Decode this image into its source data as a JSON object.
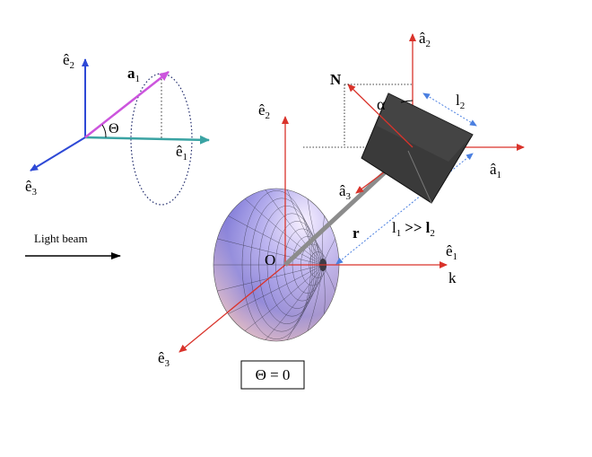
{
  "colors": {
    "red_axis": "#d9332b",
    "blue_axis": "#2e49d6",
    "teal_axis": "#3aa3a3",
    "magenta_vector": "#cc55dd",
    "dotted_ellipse": "#1f2a6b",
    "dim_line": "#4a7fe0",
    "cube_face": "#3a3a3a",
    "rod": "#8c8c8c"
  },
  "icons": {
    "arrowhead": "triangle-arrowhead",
    "sphere": "shaded-latitude-longitude-sphere",
    "cube": "dark-cube-sail"
  },
  "inset": {
    "e2_hat": "ê",
    "e2_sub": "2",
    "e1_hat": "ê",
    "e1_sub": "1",
    "e3_hat": "ê",
    "e3_sub": "3",
    "a1_bold": "a",
    "a1_sub": "1",
    "theta": "Θ"
  },
  "light_beam": {
    "label": "Light beam"
  },
  "main_frame": {
    "e2_hat": "ê",
    "e2_sub": "2",
    "e1_hat": "ê",
    "e1_sub": "1",
    "e3_hat": "ê",
    "e3_sub": "3",
    "origin": "O",
    "k": "k",
    "r": "r",
    "length_relation_l": "l",
    "length_relation_sub1": "1",
    "length_relation_mid": ">>",
    "length_relation_l2": "l",
    "length_relation_sub2": "2"
  },
  "body_frame": {
    "a2_hat": "â",
    "a2_sub": "2",
    "a1_hat": "â",
    "a1_sub": "1",
    "a3_hat": "â",
    "a3_sub": "3",
    "normal": "N",
    "alpha": "α",
    "l2": "l",
    "l2_sub": "2"
  },
  "caption": {
    "text": "Θ = 0"
  }
}
